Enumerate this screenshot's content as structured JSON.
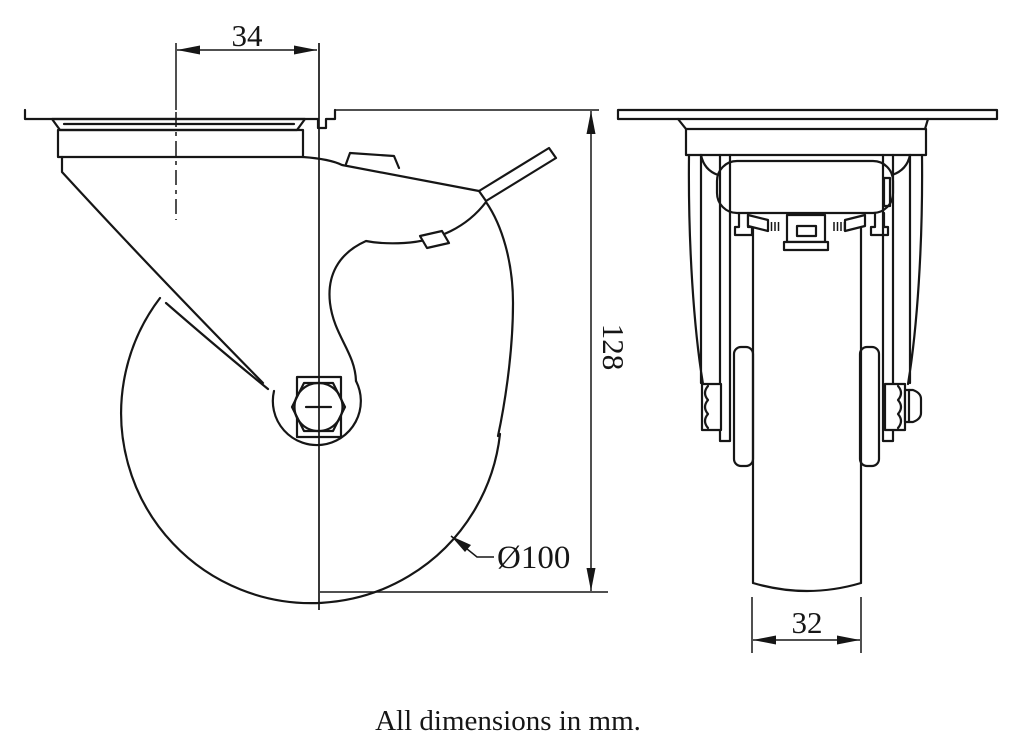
{
  "drawing": {
    "caption": "All dimensions in mm.",
    "dimensions": {
      "offset": {
        "label": "34"
      },
      "height": {
        "label": "128"
      },
      "diameter": {
        "label": "Ø100"
      },
      "width": {
        "label": "32"
      }
    },
    "colors": {
      "line": "#161616",
      "background": "#ffffff"
    }
  }
}
